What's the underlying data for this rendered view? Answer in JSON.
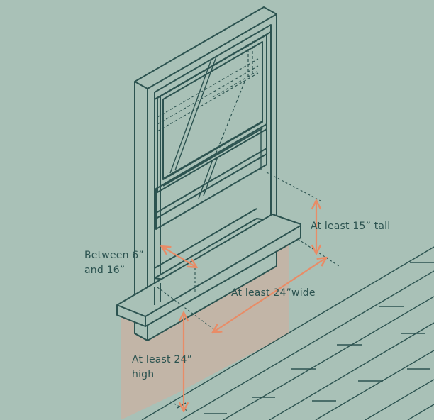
{
  "labels": {
    "between": [
      "Between 6”",
      "and 16”"
    ],
    "tall": "At least 15” tall",
    "wide": "At least 24”wide",
    "high": [
      "At least 24”",
      "high"
    ]
  },
  "colors": {
    "background": "#a9c1b7",
    "line": "#2c5350",
    "zone_fill": "#c7b3a4",
    "arrow": "#e88c67"
  }
}
